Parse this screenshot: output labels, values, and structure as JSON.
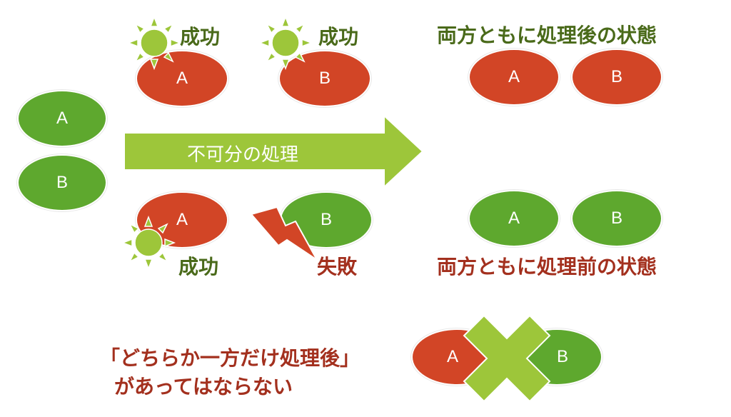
{
  "colors": {
    "green": "#5ea82e",
    "red": "#d24526",
    "arrow": "#9dc63a",
    "sun": "#9dc63a",
    "text_green": "#4a6a1a",
    "text_red": "#a3301e"
  },
  "initial": {
    "a": "A",
    "b": "B"
  },
  "arrow_label": "不可分の処理",
  "success_path": {
    "success_label_a": "成功",
    "success_label_b": "成功",
    "a": "A",
    "b": "B"
  },
  "failure_path": {
    "a": "A",
    "b": "B",
    "success_label": "成功",
    "failure_label": "失敗"
  },
  "result_after": {
    "title": "両方ともに処理後の状態",
    "a": "A",
    "b": "B"
  },
  "result_before": {
    "title": "両方ともに処理前の状態",
    "a": "A",
    "b": "B"
  },
  "forbidden": {
    "line1": "「どちらか一方だけ処理後」",
    "line2": "があってはならない",
    "a": "A",
    "b": "B"
  },
  "icons": [
    "sun-icon",
    "lightning-icon",
    "cross-icon",
    "right-arrow-icon"
  ]
}
